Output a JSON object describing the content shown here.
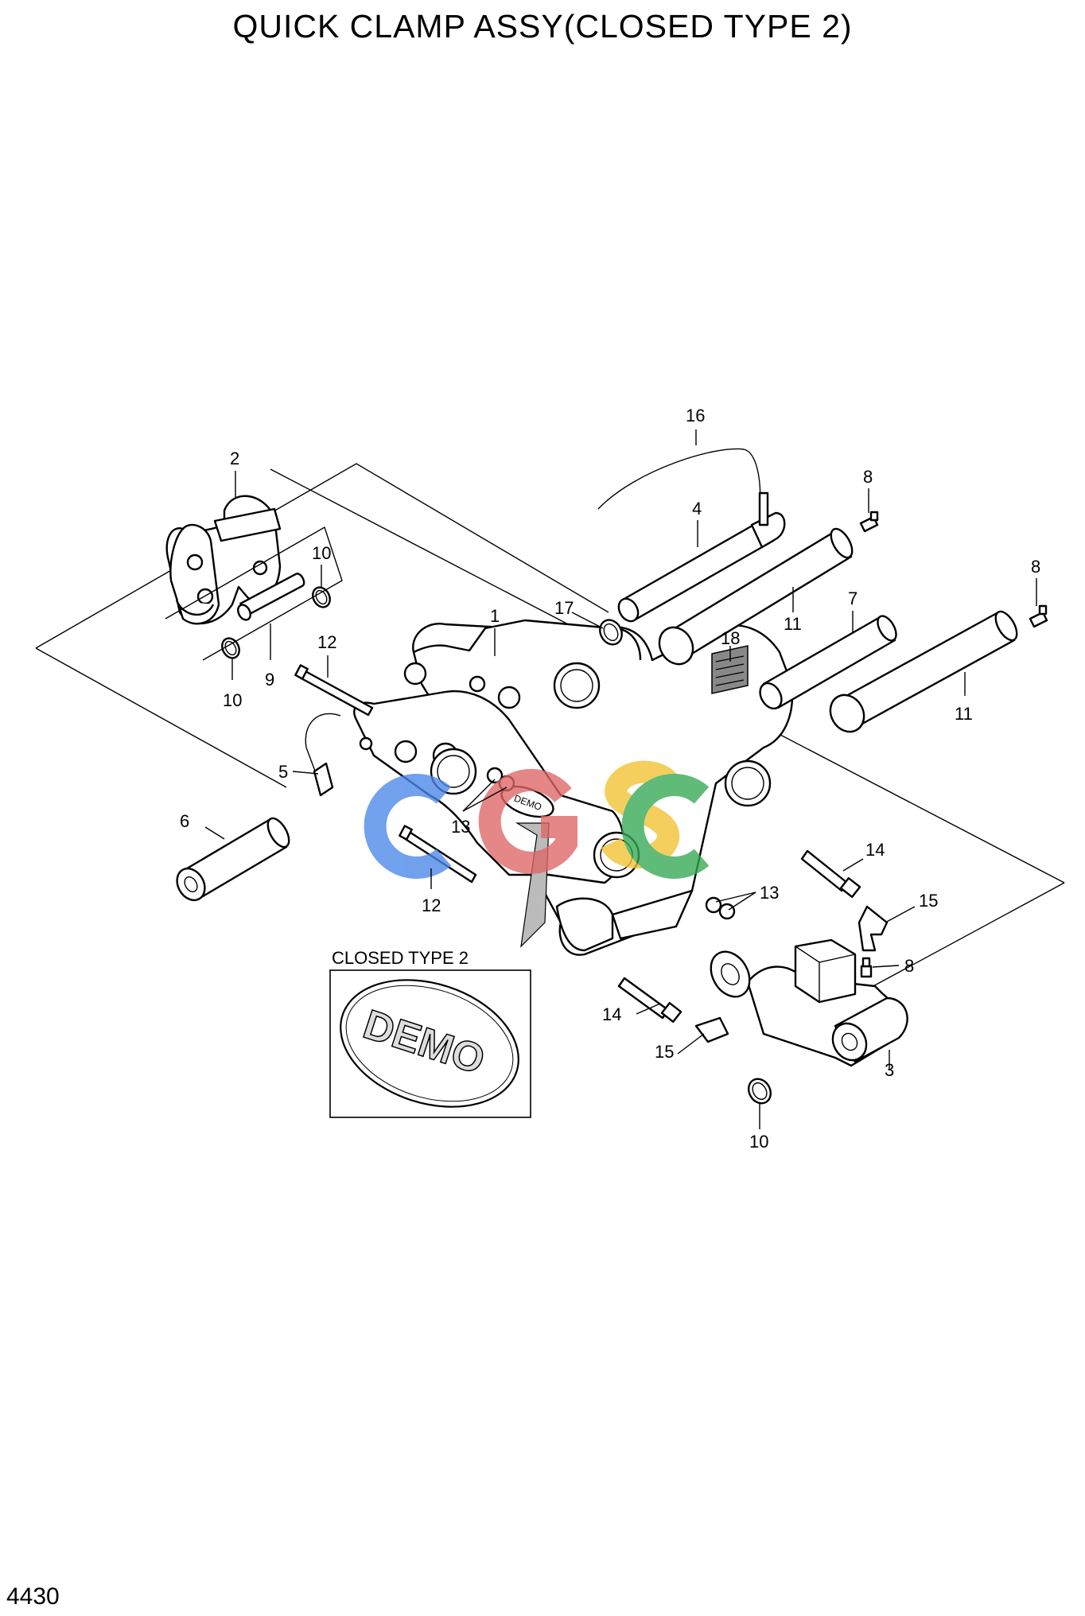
{
  "title": "QUICK CLAMP ASSY(CLOSED TYPE 2)",
  "page_number": "4430",
  "inset_caption": "CLOSED TYPE 2",
  "logo_text": "DEMO",
  "watermark": "CGSC",
  "watermark_colors": [
    "#4a86e8",
    "#e06666",
    "#f1c232",
    "#34a853"
  ],
  "callouts": {
    "c1": "1",
    "c2": "2",
    "c3": "3",
    "c4": "4",
    "c5": "5",
    "c6": "6",
    "c7": "7",
    "c8a": "8",
    "c8b": "8",
    "c8c": "8",
    "c9": "9",
    "c10a": "10",
    "c10b": "10",
    "c10c": "10",
    "c11a": "11",
    "c11b": "11",
    "c12a": "12",
    "c12b": "12",
    "c13a": "13",
    "c13b": "13",
    "c14a": "14",
    "c14b": "14",
    "c15a": "15",
    "c15b": "15",
    "c16": "16",
    "c17": "17",
    "c18": "18"
  }
}
